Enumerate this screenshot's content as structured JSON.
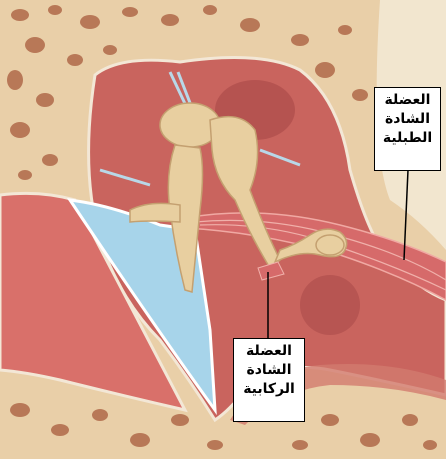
{
  "labels": {
    "tensor_tympani": {
      "line1": "العضلة",
      "line2": "الشادة",
      "line3": "الطبلية"
    },
    "stapedius": {
      "line1": "العضلة",
      "line2": "الشادة",
      "line3": "الركابية"
    }
  },
  "colors": {
    "bone": "#e9cfa8",
    "bone_pore": "#b06a4a",
    "cavity": "#c9645e",
    "cavity_dark": "#a84848",
    "ear_canal": "#d9706a",
    "eardrum": "#a7d4ea",
    "ossicle": "#e8cfa0",
    "muscle": "#d66a6a",
    "ligament": "#b8d8e8",
    "leader_line": "#000000"
  }
}
